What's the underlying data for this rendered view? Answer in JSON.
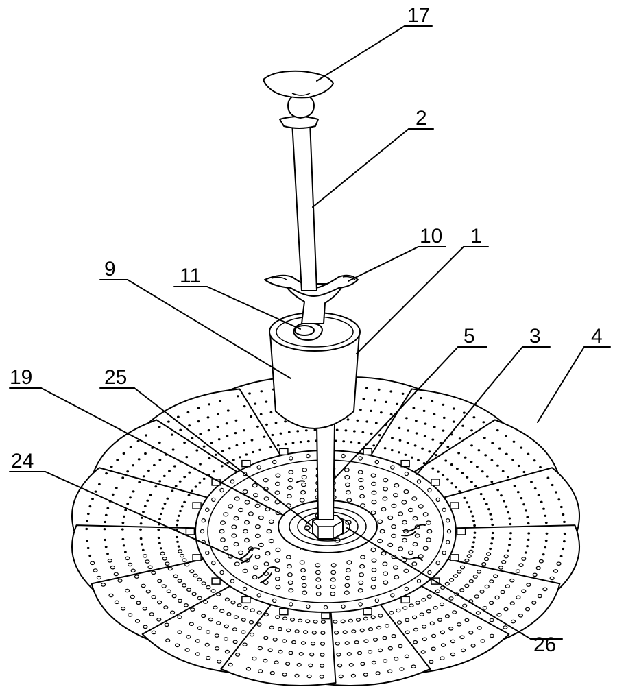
{
  "figure": {
    "colors": {
      "line": "#000000",
      "background": "#ffffff"
    },
    "labels": [
      "17",
      "2",
      "10",
      "1",
      "9",
      "11",
      "5",
      "3",
      "4",
      "19",
      "25",
      "24",
      "26"
    ]
  }
}
